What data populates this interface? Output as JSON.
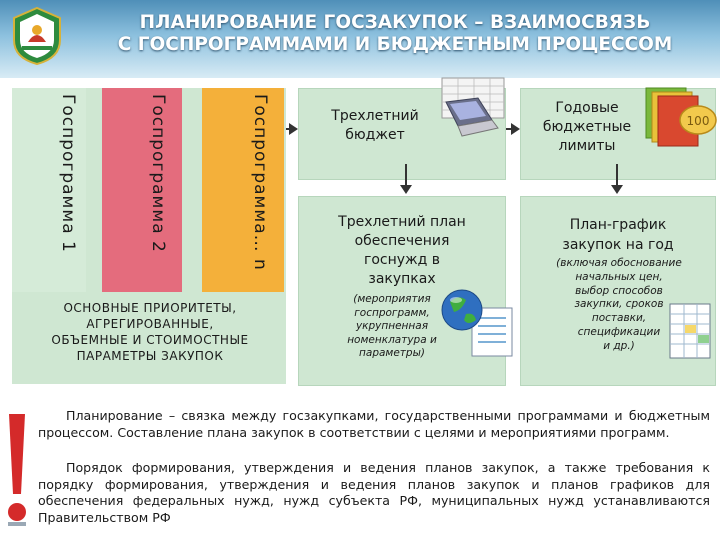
{
  "header": {
    "title_line1": "ПЛАНИРОВАНИЕ ГОСЗАКУПОК – ВЗАИМОСВЯЗЬ",
    "title_line2": "С ГОСПРОГРАММАМИ И БЮДЖЕТНЫМ ПРОЦЕССОМ"
  },
  "programs": {
    "p1": "Госпрограмма 1",
    "p2": "Госпрограмма 2",
    "pn": "Госпрограмма… n"
  },
  "priorities": {
    "line1": "ОСНОВНЫЕ ПРИОРИТЕТЫ,",
    "line2": "АГРЕГИРОВАННЫЕ,",
    "line3": "ОБЪЕМНЫЕ И СТОИМОСТНЫЕ",
    "line4": "ПАРАМЕТРЫ ЗАКУПОК"
  },
  "boxes": {
    "budget_l1": "Трехлетний",
    "budget_l2": "бюджет",
    "limits_l1": "Годовые",
    "limits_l2": "бюджетные",
    "limits_l3": "лимиты",
    "plan_l1": "Трехлетний план",
    "plan_l2": "обеспечения",
    "plan_l3": "госнужд в",
    "plan_l4": "закупках",
    "plan_note_l1": "(мероприятия",
    "plan_note_l2": "госпрограмм,",
    "plan_note_l3": "укрупненная",
    "plan_note_l4": "номенклатура и",
    "plan_note_l5": "параметры)",
    "schedule_l1": "План-график",
    "schedule_l2": "закупок на год",
    "schedule_note_l1": "(включая обоснование",
    "schedule_note_l2": "начальных цен,",
    "schedule_note_l3": "выбор способов",
    "schedule_note_l4": "закупки, сроков",
    "schedule_note_l5": "поставки,",
    "schedule_note_l6": "спецификации",
    "schedule_note_l7": "и др.)"
  },
  "coin_label": "100",
  "paragraphs": {
    "p1": "Планирование – связка между госзакупками, государственными программами и бюджетным процессом. Составление плана закупок в соответствии с целями и мероприятиями программ.",
    "p2": "Порядок формирования, утверждения и ведения планов закупок, а также требования к порядку формирования, утверждения и ведения планов закупок и планов графиков для обеспечения федеральных нужд, нужд субъекта РФ, муниципальных нужд устанавливаются Правительством РФ"
  },
  "colors": {
    "header_blue": "#5a95bd",
    "box_green": "#cfe7d2",
    "program2_red": "#e46c7d",
    "programn_orange": "#f4b03a",
    "exclaim_red": "#d42a2a"
  }
}
